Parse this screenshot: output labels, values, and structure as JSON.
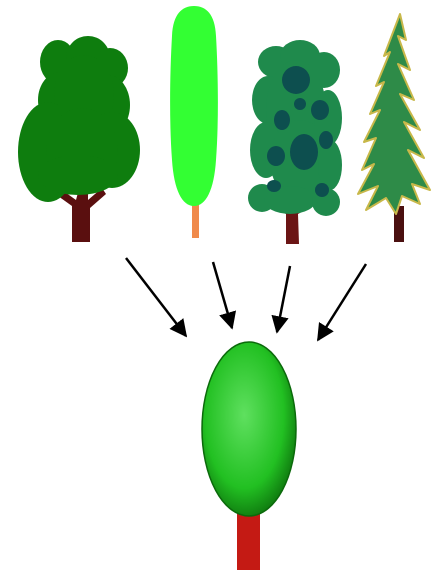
{
  "diagram": {
    "source_trees": [
      {
        "kind": "round-deciduous-tree",
        "crown_color": "#0e7d0e",
        "trunk_color": "#5a0f0f"
      },
      {
        "kind": "columnar-poplar-tree",
        "crown_color": "#33ff33",
        "trunk_color": "#f08a4b"
      },
      {
        "kind": "spotted-camouflage-tree",
        "crown_color": "#1f8a4c",
        "spot_color": "#0d4f4f",
        "trunk_color": "#6b1515"
      },
      {
        "kind": "conifer-pine-tree",
        "crown_color": "#2e8b48",
        "outline_color": "#c8b84a",
        "trunk_color": "#4a1010"
      }
    ],
    "arrow_color": "#000000",
    "result_tree": {
      "kind": "generic-oval-tree",
      "crown_color": "#22c022",
      "crown_highlight": "#5fe05f",
      "trunk_color": "#c41a14"
    }
  }
}
